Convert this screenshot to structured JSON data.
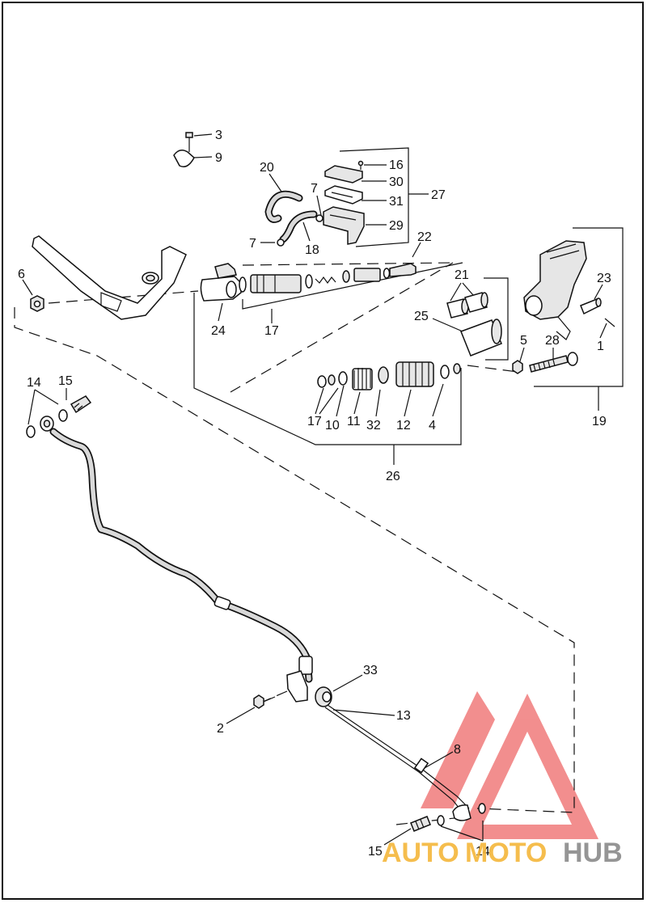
{
  "diagram": {
    "callouts": [
      {
        "id": "c3",
        "text": "3"
      },
      {
        "id": "c9",
        "text": "9"
      },
      {
        "id": "c20",
        "text": "20"
      },
      {
        "id": "c16",
        "text": "16"
      },
      {
        "id": "c30",
        "text": "30"
      },
      {
        "id": "c31",
        "text": "31"
      },
      {
        "id": "c27",
        "text": "27"
      },
      {
        "id": "c7a",
        "text": "7"
      },
      {
        "id": "c29",
        "text": "29"
      },
      {
        "id": "c7b",
        "text": "7"
      },
      {
        "id": "c18",
        "text": "18"
      },
      {
        "id": "c22",
        "text": "22"
      },
      {
        "id": "c6",
        "text": "6"
      },
      {
        "id": "c21",
        "text": "21"
      },
      {
        "id": "c23",
        "text": "23"
      },
      {
        "id": "c25",
        "text": "25"
      },
      {
        "id": "c24",
        "text": "24"
      },
      {
        "id": "c17a",
        "text": "17"
      },
      {
        "id": "c5",
        "text": "5"
      },
      {
        "id": "c28",
        "text": "28"
      },
      {
        "id": "c1",
        "text": "1"
      },
      {
        "id": "c14a",
        "text": "14"
      },
      {
        "id": "c15a",
        "text": "15"
      },
      {
        "id": "c17b",
        "text": "17"
      },
      {
        "id": "c10",
        "text": "10"
      },
      {
        "id": "c11",
        "text": "11"
      },
      {
        "id": "c32",
        "text": "32"
      },
      {
        "id": "c12",
        "text": "12"
      },
      {
        "id": "c4",
        "text": "4"
      },
      {
        "id": "c19",
        "text": "19"
      },
      {
        "id": "c26",
        "text": "26"
      },
      {
        "id": "c33",
        "text": "33"
      },
      {
        "id": "c13",
        "text": "13"
      },
      {
        "id": "c2",
        "text": "2"
      },
      {
        "id": "c8",
        "text": "8"
      },
      {
        "id": "c15b",
        "text": "15"
      },
      {
        "id": "c14b",
        "text": "14"
      }
    ]
  },
  "watermark": {
    "part1": "AUTO",
    "part2": "MOTO",
    "part3": "HUB",
    "color_red": "#f07b7b",
    "color_orange": "#f5b63a",
    "color_gray": "#8a8a8a"
  }
}
